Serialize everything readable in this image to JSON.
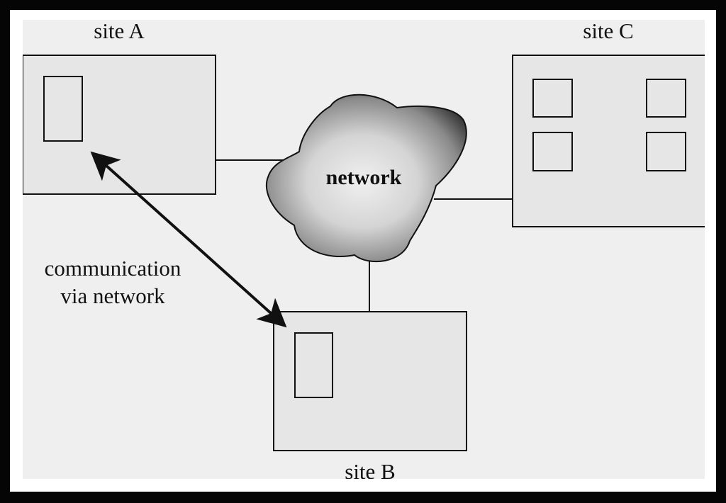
{
  "diagram": {
    "sites": [
      {
        "id": "a",
        "label": "site A"
      },
      {
        "id": "b",
        "label": "site B"
      },
      {
        "id": "c",
        "label": "site C"
      }
    ],
    "network_label": "network",
    "communication_label_line1": "communication",
    "communication_label_line2": "via network"
  },
  "colors": {
    "frame": "#050505",
    "panel": "#efefef",
    "site_fill": "#e6e6e6",
    "stroke": "#111111"
  }
}
